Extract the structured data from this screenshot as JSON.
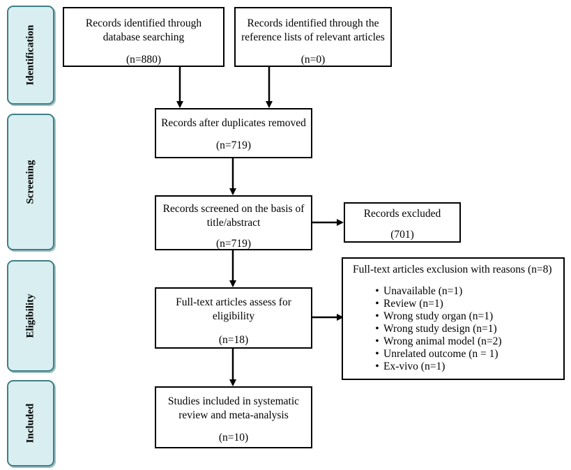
{
  "stages": [
    {
      "id": "identification",
      "label": "Identification"
    },
    {
      "id": "screening",
      "label": "Screening"
    },
    {
      "id": "eligibility",
      "label": "Eligibility"
    },
    {
      "id": "included",
      "label": "Included"
    }
  ],
  "boxes": {
    "database_search": {
      "lines": [
        "Records identified through",
        "database searching"
      ],
      "count": "(n=880)"
    },
    "reference_lists": {
      "lines": [
        "Records identified through the",
        "reference lists of relevant articles"
      ],
      "count": "(n=0)"
    },
    "duplicates_removed": {
      "lines": [
        "Records after duplicates removed"
      ],
      "count": "(n=719)"
    },
    "screened": {
      "lines": [
        "Records screened on the basis of",
        "title/abstract"
      ],
      "count": "(n=719)"
    },
    "excluded": {
      "lines": [
        "Records excluded"
      ],
      "count": "(701)"
    },
    "fulltext_assessed": {
      "lines": [
        "Full-text articles assess for",
        "eligibility"
      ],
      "count": "(n=18)"
    },
    "fulltext_excluded": {
      "title": "Full-text articles exclusion with reasons (n=8)",
      "bullet": "•",
      "reasons": [
        "Unavailable (n=1)",
        "Review (n=1)",
        "Wrong study organ (n=1)",
        "Wrong study design (n=1)",
        "Wrong animal model (n=2)",
        "Unrelated outcome (n = 1)",
        "Ex-vivo (n=1)"
      ]
    },
    "included_studies": {
      "lines": [
        "Studies included in systematic",
        "review and meta-analysis"
      ],
      "count": "(n=10)"
    }
  }
}
